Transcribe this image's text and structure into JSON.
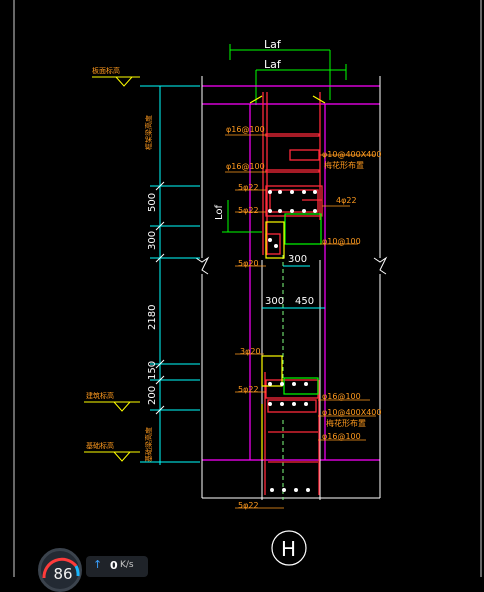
{
  "colors": {
    "background": "#000000",
    "slab": "#ff00ff",
    "wall": "#ffffff",
    "rebar": "#ff2a3a",
    "dimension": "#00ffff",
    "annotation": "#ff9a1e",
    "green": "#00ff00",
    "yellow": "#ffff00"
  },
  "dims": {
    "laf_top": "Laf",
    "laf_second": "Laf",
    "lof": "Lof",
    "v_500": "500",
    "v_300": "300",
    "v_2180": "2180",
    "v_150": "150",
    "v_200": "200",
    "h_300_upper": "300",
    "h_300_lower": "300",
    "h_450": "450"
  },
  "labels": {
    "top_elevation": "板面标高",
    "upper_beam_note": "框架梁高度",
    "r1": "φ16@100",
    "r2": "φ16@100",
    "r3": "φ10@400X400",
    "r3b": "梅花形布置",
    "r4": "5φ22",
    "r5": "4φ22",
    "r6": "5φ22",
    "r7": "φ10@100",
    "r8": "5φ20",
    "r9": "3φ20",
    "r10": "5φ22",
    "r11": "φ16@100",
    "r12": "φ10@400X400",
    "r12b": "梅花形布置",
    "r13": "φ16@100",
    "r14": "5φ22",
    "mid_elevation": "建筑标高",
    "low_elevation": "基础标高",
    "lower_beam_note": "基础梁高度"
  },
  "axis_marker": "H",
  "status": {
    "gauge_value": "86",
    "net_value": "0",
    "net_unit": "K/s",
    "up_icon": "arrow-up-icon"
  }
}
